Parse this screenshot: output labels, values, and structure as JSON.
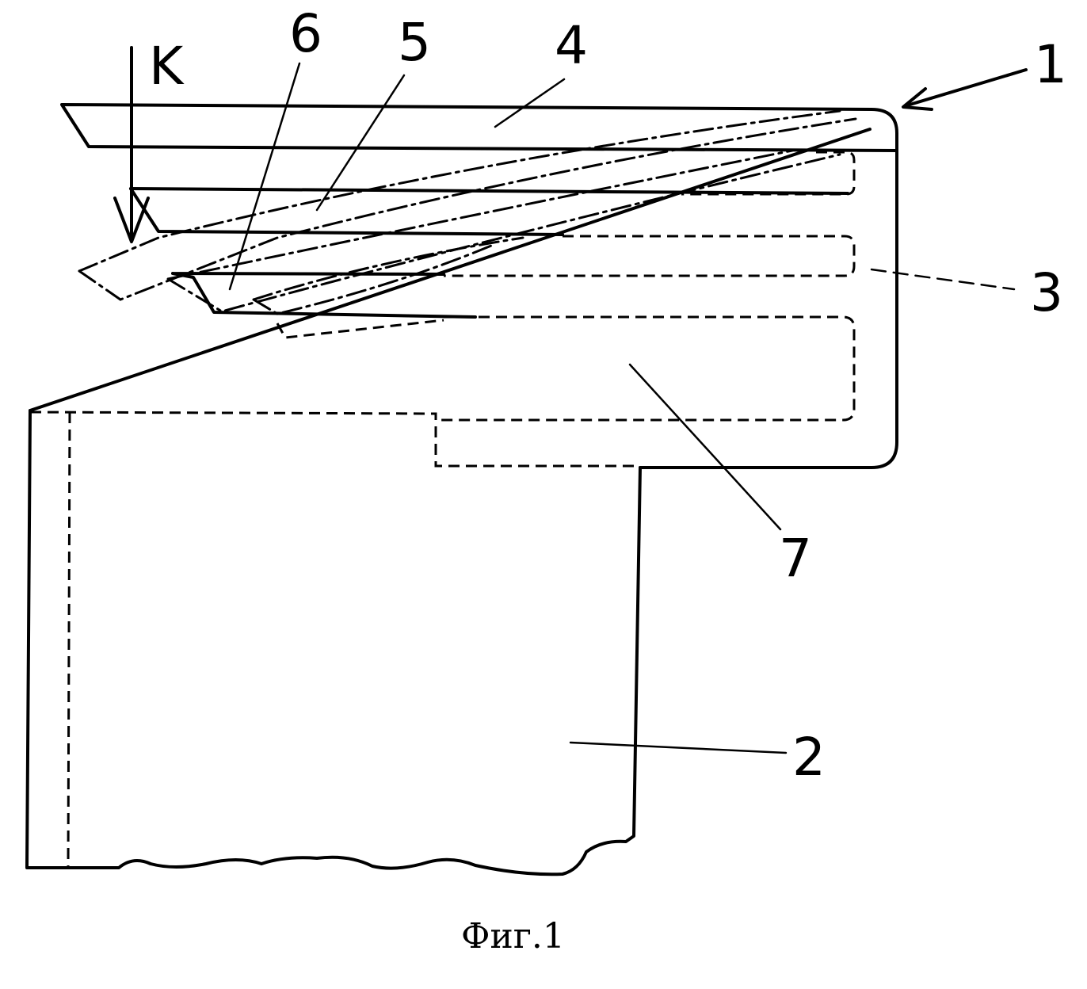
{
  "labels": {
    "K": "K",
    "n1": "1",
    "n2": "2",
    "n3": "3",
    "n4": "4",
    "n5": "5",
    "n6": "6",
    "n7": "7"
  },
  "caption": "Фиг.1"
}
